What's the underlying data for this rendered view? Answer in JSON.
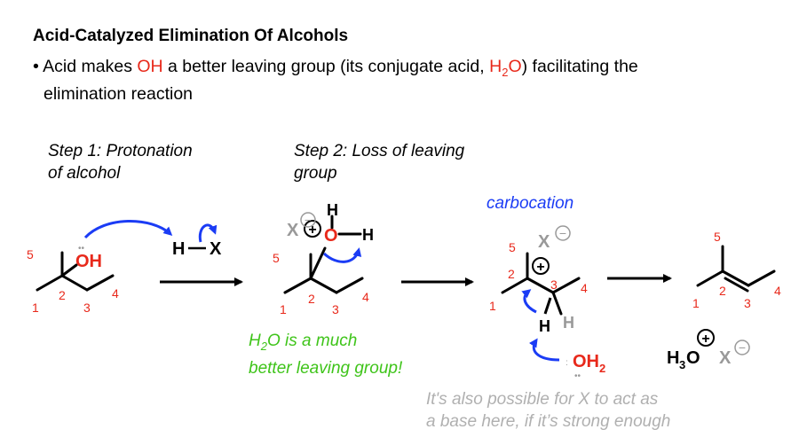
{
  "title": "Acid-Catalyzed Elimination Of Alcohols",
  "bullet": {
    "marker": "•",
    "part1": "Acid makes ",
    "oh": "OH",
    "part2": " a better leaving group (its conjugate acid, ",
    "h2o_h": "H",
    "h2o_sub": "2",
    "h2o_o": "O",
    "part3": ")  facilitating the",
    "line2": "elimination reaction"
  },
  "step1": {
    "line1": "Step 1: Protonation",
    "line2": "of alcohol"
  },
  "step2": {
    "line1": "Step 2: Loss of leaving",
    "line2": "group"
  },
  "carbocation_label": "carbocation",
  "note_green": {
    "h": "H",
    "sub": "2",
    "rest": "O is a much",
    "line2": "better leaving group!"
  },
  "note_grey": {
    "line1": "It's also possible for X  to act as",
    "line2": "a base here, if it’s strong enough"
  },
  "atoms": {
    "oh": "OH",
    "h": "H",
    "x": "X",
    "o": "O",
    "x_minus": "X",
    "plus": "+",
    "minus": "−",
    "oh2_o": "OH",
    "oh2_sub": "2",
    "h3o_h": "H",
    "h3o_sub": "3",
    "h3o_o": "O",
    "lone_pair": "••"
  },
  "numbers": {
    "mol1": [
      "5",
      "1",
      "2",
      "3",
      "4"
    ],
    "mol2": [
      "5",
      "1",
      "2",
      "3",
      "4"
    ],
    "mol3": [
      "5",
      "2",
      "3",
      "4",
      "1"
    ],
    "mol4": [
      "5",
      "2",
      "1",
      "3",
      "4"
    ]
  },
  "colors": {
    "red": "#e8291b",
    "blue": "#1b3cf5",
    "green": "#3fc41a",
    "grey": "#b0b0b0"
  }
}
